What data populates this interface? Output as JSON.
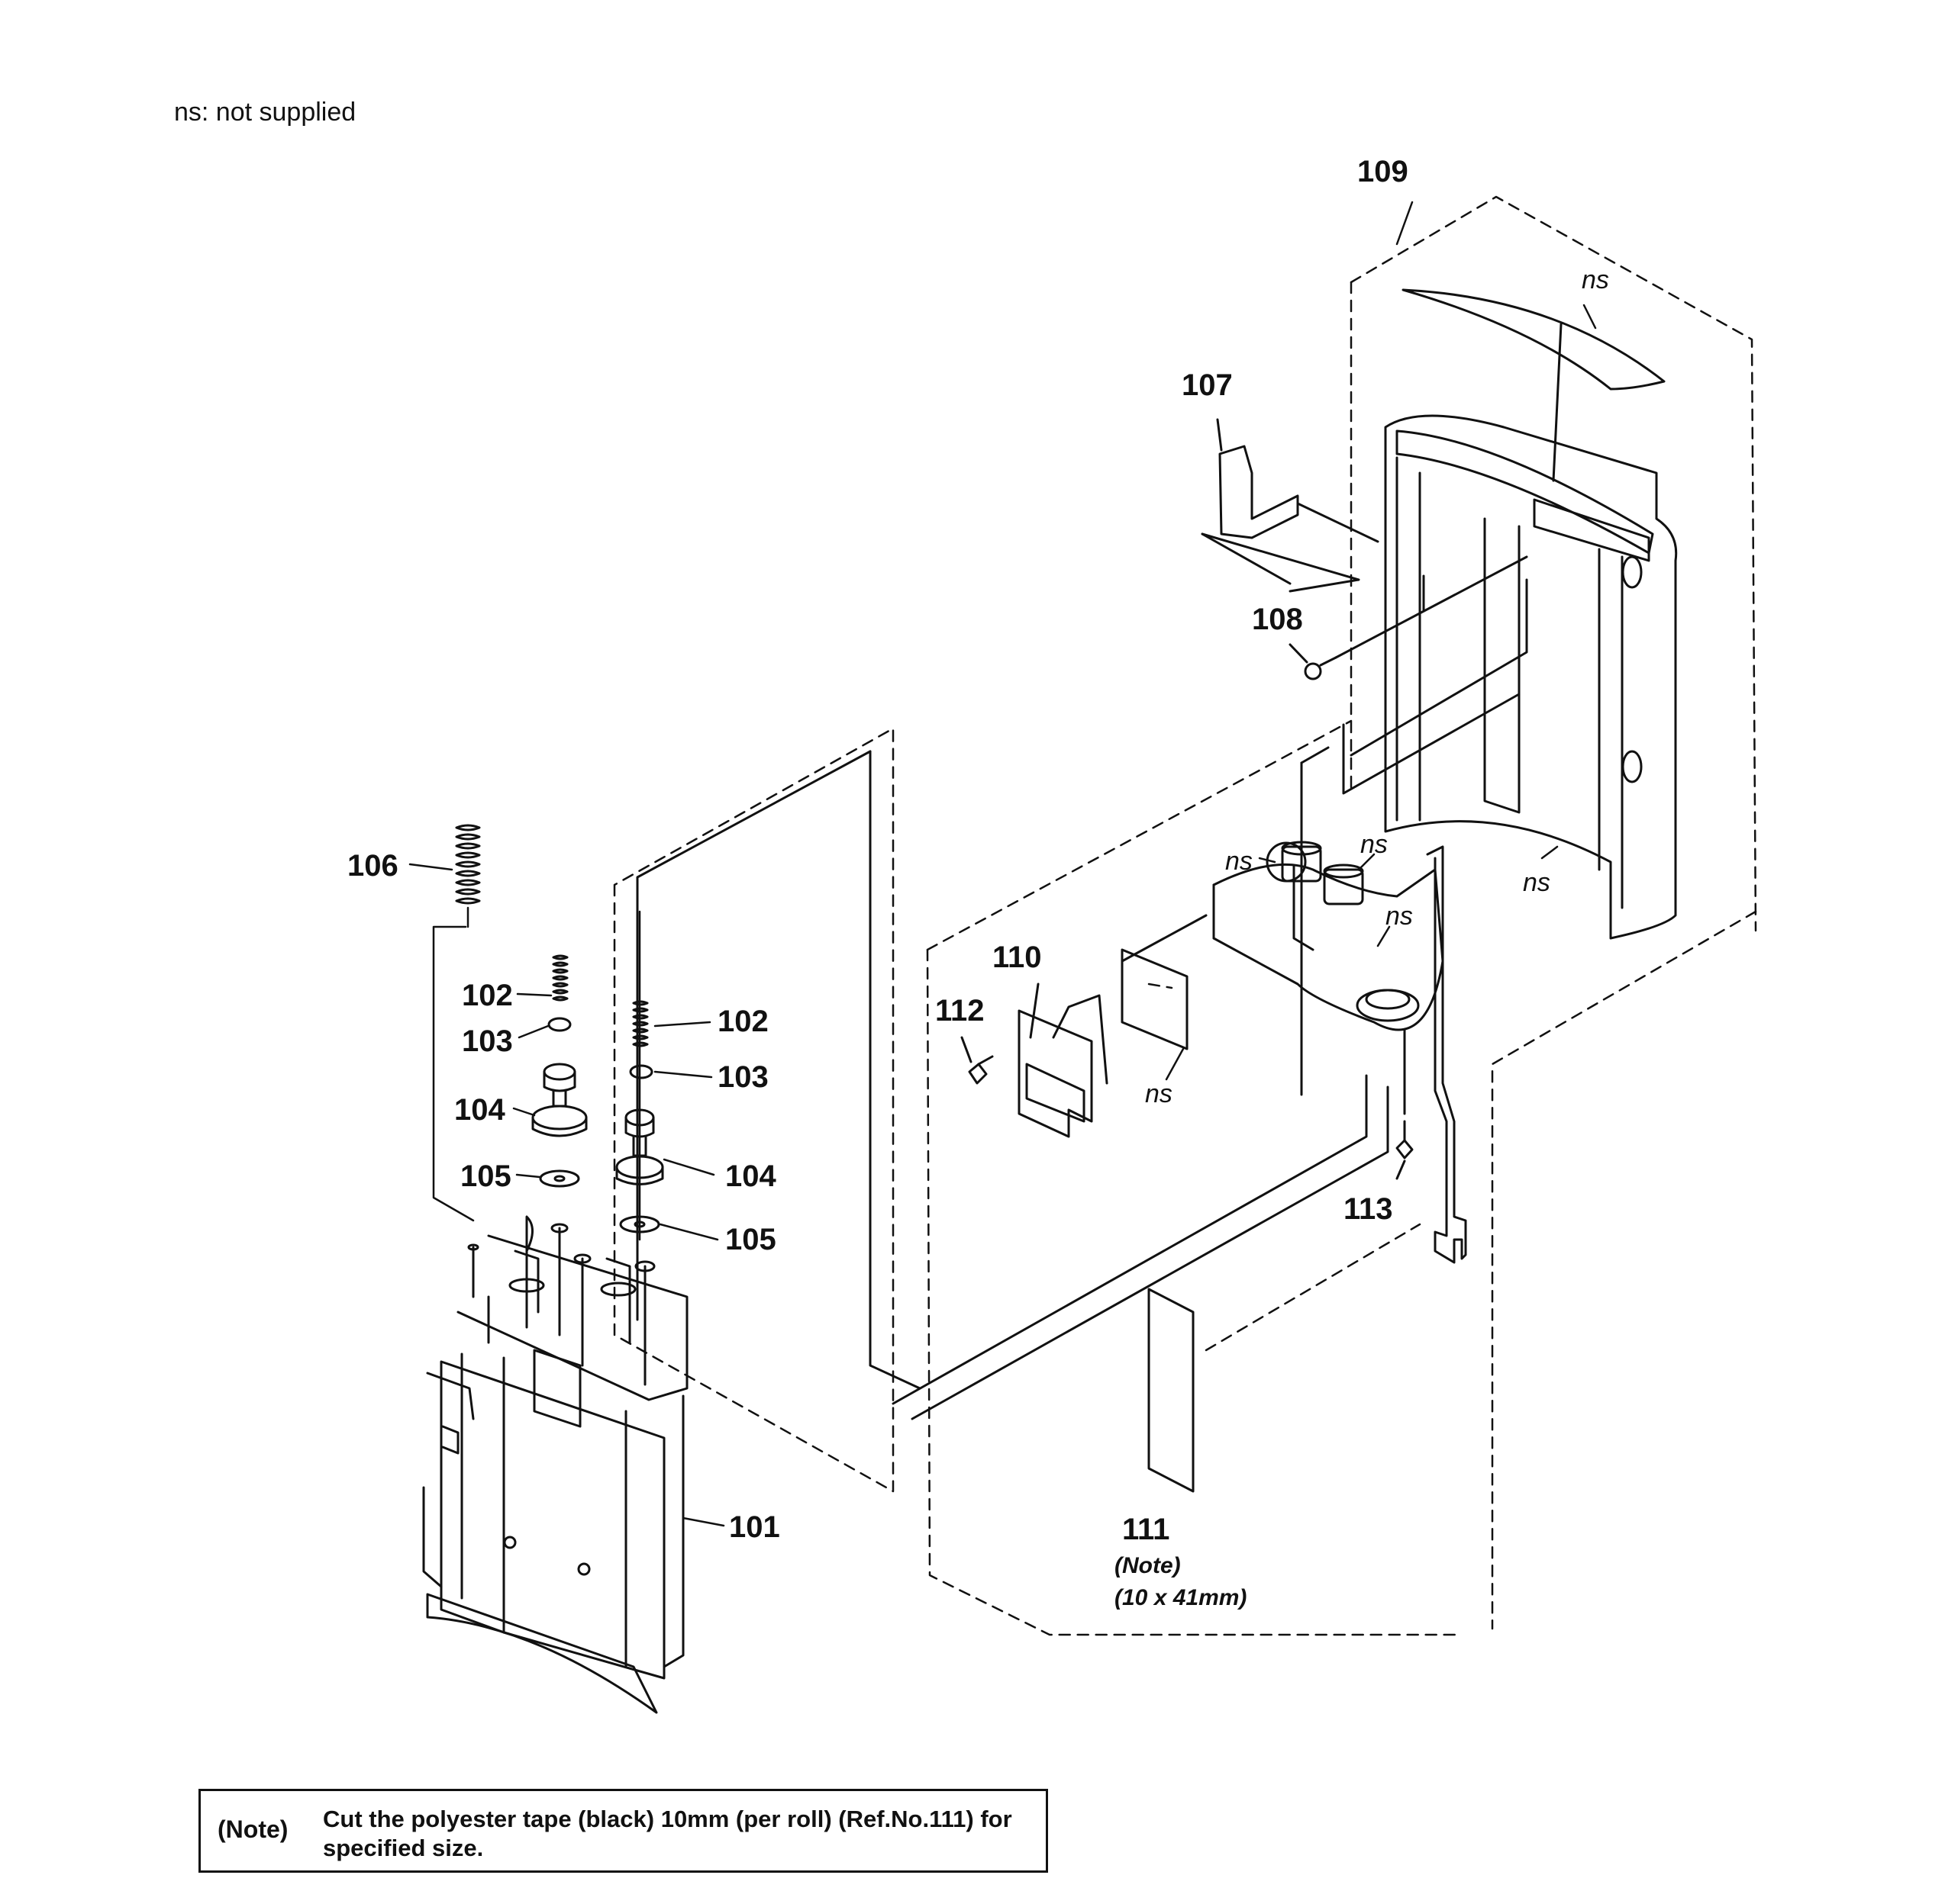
{
  "legend": "ns: not supplied",
  "part_numbers": {
    "p101": "101",
    "p102a": "102",
    "p102b": "102",
    "p103a": "103",
    "p103b": "103",
    "p104a": "104",
    "p104b": "104",
    "p105a": "105",
    "p105b": "105",
    "p106": "106",
    "p107": "107",
    "p108": "108",
    "p109": "109",
    "p110": "110",
    "p111": "111",
    "p112": "112",
    "p113": "113"
  },
  "ns_label": "ns",
  "annotations": {
    "note_ref": "(Note)",
    "size": "(10 x 41mm)"
  },
  "note": {
    "tag": "(Note)",
    "text": "Cut the polyester tape (black) 10mm (per roll) (Ref.No.111) for specified size."
  }
}
